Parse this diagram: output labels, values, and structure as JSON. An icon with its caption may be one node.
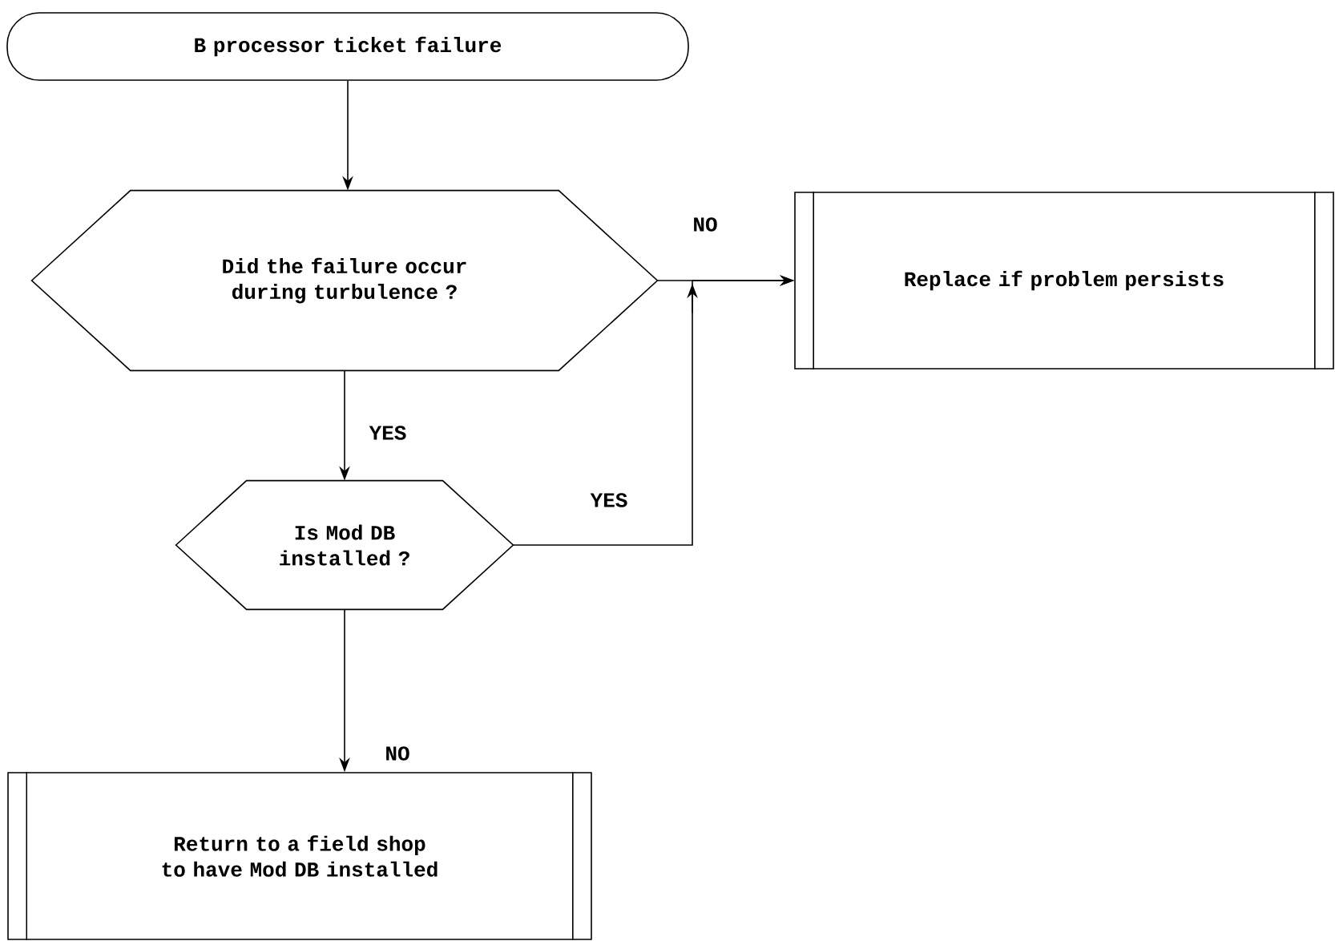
{
  "diagram": {
    "nodes": [
      {
        "text": [
          "B processor ticket failure"
        ]
      },
      {
        "text": [
          "Did the failure occur during turbulence ?"
        ]
      },
      {
        "text": [
          "Replace if problem persists"
        ]
      },
      {
        "text": [
          "Is Mod DB installed ?"
        ]
      },
      {
        "text": [
          "Return to a field shop to have Mod DB installed"
        ]
      }
    ],
    "edges": [
      {
        "from": 0,
        "to": 1,
        "arrow": "to"
      },
      {
        "from": 1,
        "to": 2,
        "arrow": "to",
        "label": "NO"
      },
      {
        "from": 1,
        "to": 3,
        "arrow": "to",
        "label": "YES"
      },
      {
        "from": 3,
        "to": 2,
        "arrow": "to",
        "label": "YES"
      },
      {
        "from": 3,
        "to": 4,
        "arrow": "to",
        "label": "NO"
      }
    ]
  }
}
